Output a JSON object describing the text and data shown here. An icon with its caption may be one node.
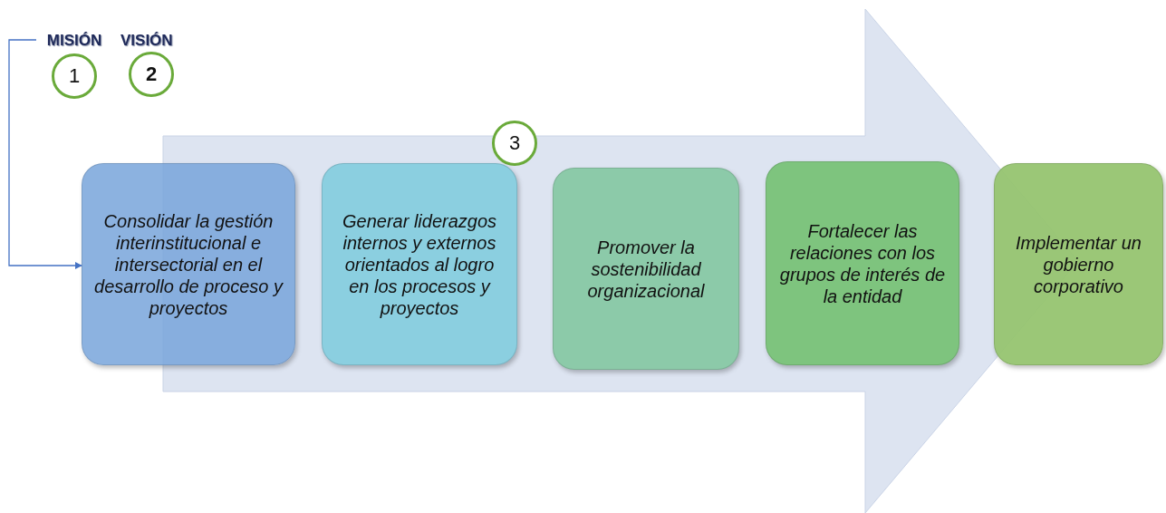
{
  "diagram": {
    "nodes": [
      {
        "text": [
          "MISIÓN"
        ]
      },
      {
        "text": [
          "1"
        ]
      },
      {
        "text": [
          "2"
        ]
      },
      {
        "text": [
          "3"
        ]
      },
      {
        "text": [
          "Consolidar la gestión interinstitucional e intersectorial en el desarrollo de proceso y proyectos"
        ]
      },
      {
        "text": [
          "Generar liderazgos internos y externos orientados al logro en los procesos y proyectos"
        ]
      },
      {
        "text": [
          "Promover la sostenibilidad organizacional"
        ]
      },
      {
        "text": [
          "Fortalecer las relaciones con los grupos de interés de la entidad"
        ]
      },
      {
        "text": [
          "Implementar un gobierno corporativo"
        ]
      }
    ],
    "edges": [
      {
        "from": 0,
        "to": 4,
        "arrow": "to",
        "color": "#4472c4"
      },
      {
        "from": 4,
        "to": 8,
        "arrow": "to",
        "style": "thick",
        "color": "#dde4f1"
      }
    ],
    "labels": [
      "VISIÓN"
    ]
  }
}
